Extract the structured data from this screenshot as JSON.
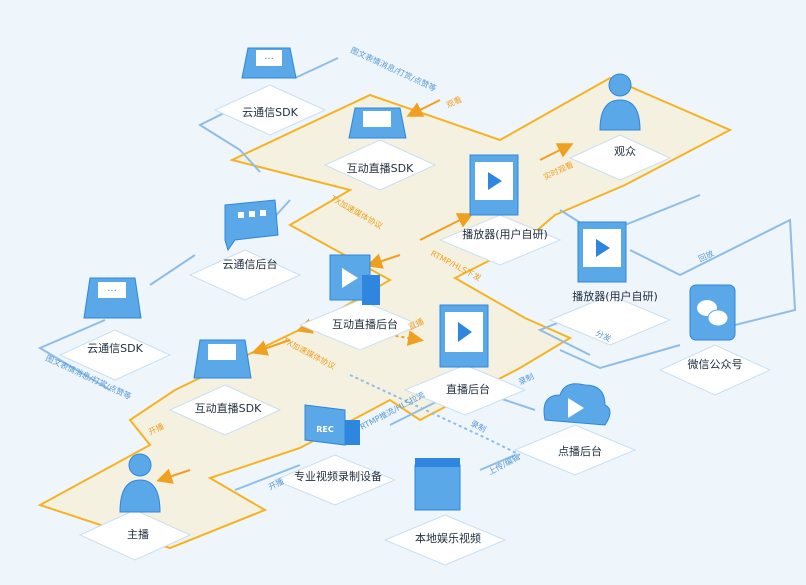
{
  "nodes": {
    "yunxin_sdk_top": "云通信SDK",
    "live_sdk_top": "互动直播SDK",
    "viewer": "观众",
    "player_user_1": "播放器(用户自研)",
    "yunxin_backend": "云通信后台",
    "live_backend": "互动直播后台",
    "player_user_2": "播放器(用户自研)",
    "yunxin_sdk_left": "云通信SDK",
    "live_sdk_left": "互动直播SDK",
    "live_backstage": "直播后台",
    "wechat": "微信公众号",
    "pro_video": "专业视频录制设备",
    "vod_backend": "点播后台",
    "host": "主播",
    "local_video": "本地娱乐视频"
  },
  "flows": {
    "text_msg_top": "图文表情消息/打赏/点赞等",
    "watch": "观看",
    "tx_accel_top": "TX加速媒体协议",
    "realtime": "实时观看",
    "rtmp_hls": "RTMP/HLS下发",
    "replay": "回放",
    "live_push": "直播",
    "distribute": "分发",
    "tx_accel_left": "TX加速媒体协议",
    "text_msg_left": "图文表情消息/打赏/点赞等",
    "start_live": "开播",
    "rtmp_push": "RTMP推流/HLS拉流",
    "record": "录制",
    "record2": "录制",
    "upload": "上传/编辑",
    "start_live2": "开播"
  },
  "colors": {
    "accent_blue": "#2e86de",
    "line_blue": "#8ebee6",
    "orange": "#f5b324",
    "band_fill": "#f6f0dc"
  }
}
